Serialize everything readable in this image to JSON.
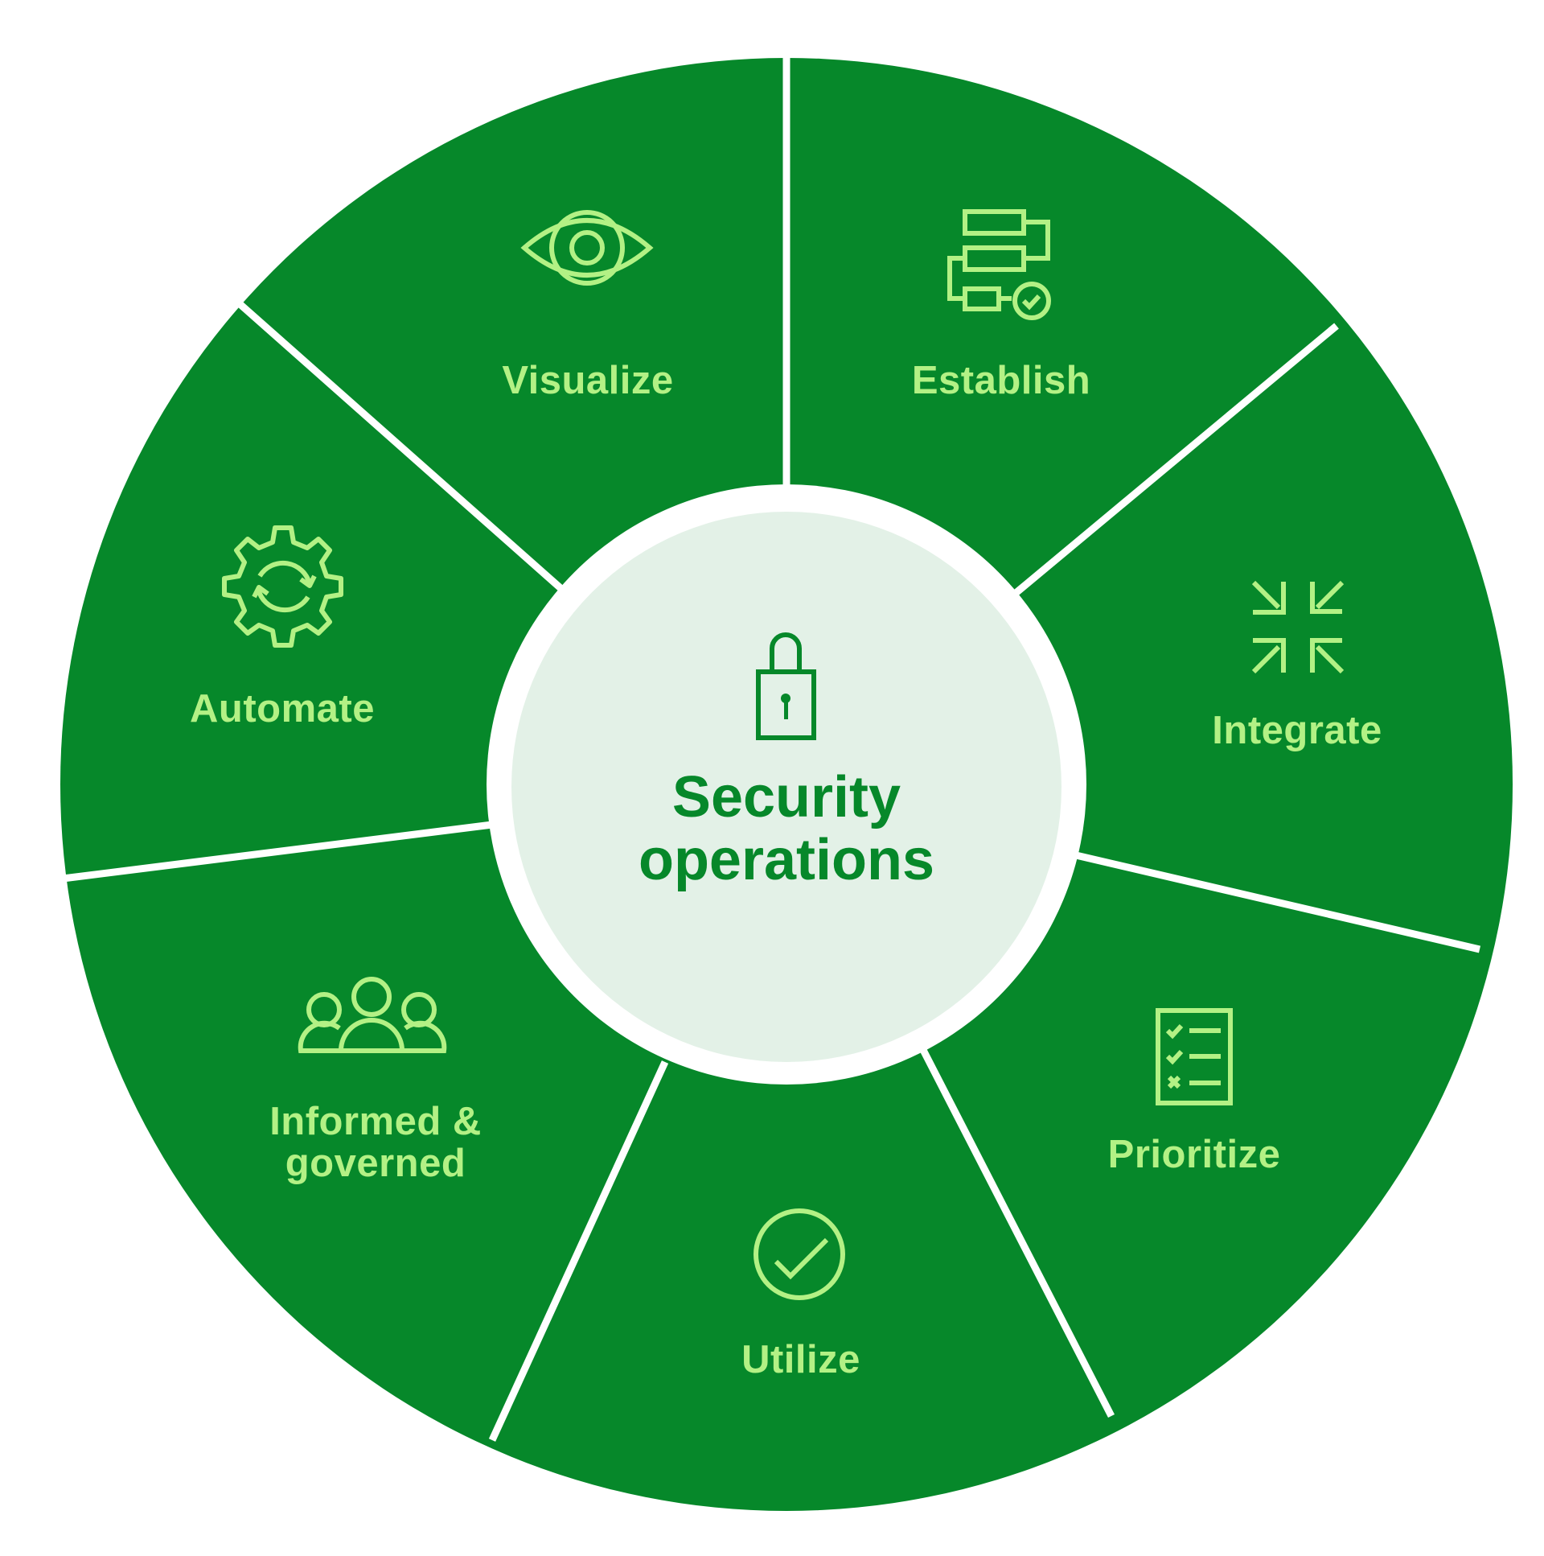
{
  "diagram": {
    "type": "segmented-wheel",
    "colors": {
      "segment_fill": "#06882A",
      "segment_text": "#B3F185",
      "divider": "#FFFFFF",
      "center_fill": "#E3F1E7",
      "center_text": "#06882A",
      "background": "#FFFFFF"
    },
    "center": {
      "icon": "padlock-icon",
      "title_line1": "Security",
      "title_line2": "operations"
    },
    "segments": [
      {
        "id": "visualize",
        "label": "Visualize",
        "icon": "eye-icon"
      },
      {
        "id": "establish",
        "label": "Establish",
        "icon": "workflow-check-icon"
      },
      {
        "id": "integrate",
        "label": "Integrate",
        "icon": "arrows-inward-icon"
      },
      {
        "id": "prioritize",
        "label": "Prioritize",
        "icon": "checklist-icon"
      },
      {
        "id": "utilize",
        "label": "Utilize",
        "icon": "check-circle-icon"
      },
      {
        "id": "informed",
        "label_line1": "Informed &",
        "label_line2": "governed",
        "icon": "people-group-icon"
      },
      {
        "id": "automate",
        "label": "Automate",
        "icon": "gear-sync-icon"
      }
    ]
  }
}
